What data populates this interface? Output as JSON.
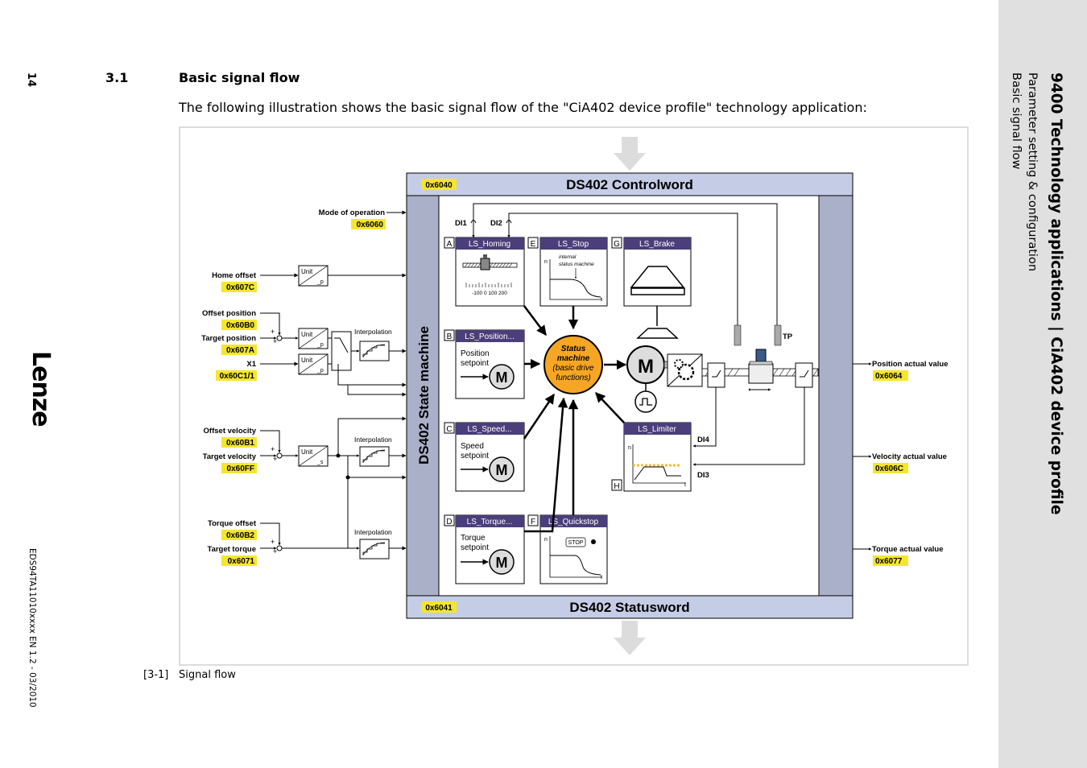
{
  "page": {
    "page_number": "14",
    "logo": "Lenze",
    "doc_code": "EDS94TA11010xxxx EN 1.2 - 03/2010",
    "section_number": "3.1",
    "section_title": "Basic signal flow",
    "intro": "The following illustration shows the basic signal flow of the \"CiA402 device profile\" technology application:",
    "caption_number": "[3-1]",
    "caption_text": "Signal flow"
  },
  "sidebar": {
    "title": "9400 Technology applications | CiA402 device profile",
    "subtitle1": "Parameter setting & configuration",
    "subtitle2": "Basic signal flow"
  },
  "colors": {
    "header_blue": "#c5cde6",
    "state_column": "#aab0c8",
    "block_title": "#4a3f7a",
    "status_orange": "#f6a623",
    "code_yellow": "#f5e62c",
    "sidebar_gray": "#e0e0e0"
  },
  "diagram": {
    "controlword": {
      "code": "0x6040",
      "label": "DS402 Controlword"
    },
    "statusword": {
      "code": "0x6041",
      "label": "DS402 Statusword"
    },
    "state_machine_label": "DS402 State machine",
    "inputs": {
      "mode_of_operation": {
        "label": "Mode of operation",
        "code": "0x6060"
      },
      "home_offset": {
        "label": "Home offset",
        "code": "0x607C"
      },
      "offset_position": {
        "label": "Offset position",
        "code": "0x60B0"
      },
      "target_position": {
        "label": "Target position",
        "code": "0x607A"
      },
      "x1": {
        "label": "X1",
        "code": "0x60C1/1"
      },
      "offset_velocity": {
        "label": "Offset velocity",
        "code": "0x60B1"
      },
      "target_velocity": {
        "label": "Target velocity",
        "code": "0x60FF"
      },
      "torque_offset": {
        "label": "Torque offset",
        "code": "0x60B2"
      },
      "target_torque": {
        "label": "Target torque",
        "code": "0x6071"
      }
    },
    "outputs": {
      "position_actual": {
        "label": "Position actual value",
        "code": "0x6064"
      },
      "velocity_actual": {
        "label": "Velocity actual value",
        "code": "0x606C"
      },
      "torque_actual": {
        "label": "Torque actual value",
        "code": "0x6077"
      }
    },
    "unit_label": "Unit",
    "unit_p": "_p",
    "unit_s": "_s",
    "interpolation": "Interpolation",
    "plus": "+",
    "blocks": {
      "homing": {
        "letter": "A",
        "title": "LS_Homing",
        "scale": "-100   0   100 200"
      },
      "position": {
        "letter": "B",
        "title": "LS_Position...",
        "line1": "Position",
        "line2": "setpoint"
      },
      "speed": {
        "letter": "C",
        "title": "LS_Speed...",
        "line1": "Speed",
        "line2": "setpoint"
      },
      "torque": {
        "letter": "D",
        "title": "LS_Torque...",
        "line1": "Torque",
        "line2": "setpoint"
      },
      "stop": {
        "letter": "E",
        "title": "LS_Stop",
        "note1": "internal",
        "note2": "status machine"
      },
      "quickstop": {
        "letter": "F",
        "title": "LS_Quickstop",
        "stop": "STOP"
      },
      "brake": {
        "letter": "G",
        "title": "LS_Brake"
      },
      "limiter": {
        "letter": "H",
        "title": "LS_Limiter"
      }
    },
    "status_machine": {
      "line1": "Status",
      "line2": "machine",
      "line3": "(basic drive",
      "line4": "functions)"
    },
    "motor": "M",
    "axis_n": "n",
    "axis_t": "t",
    "di1": "DI1",
    "di2": "DI2",
    "di3": "DI3",
    "di4": "DI4",
    "tp": "TP"
  }
}
